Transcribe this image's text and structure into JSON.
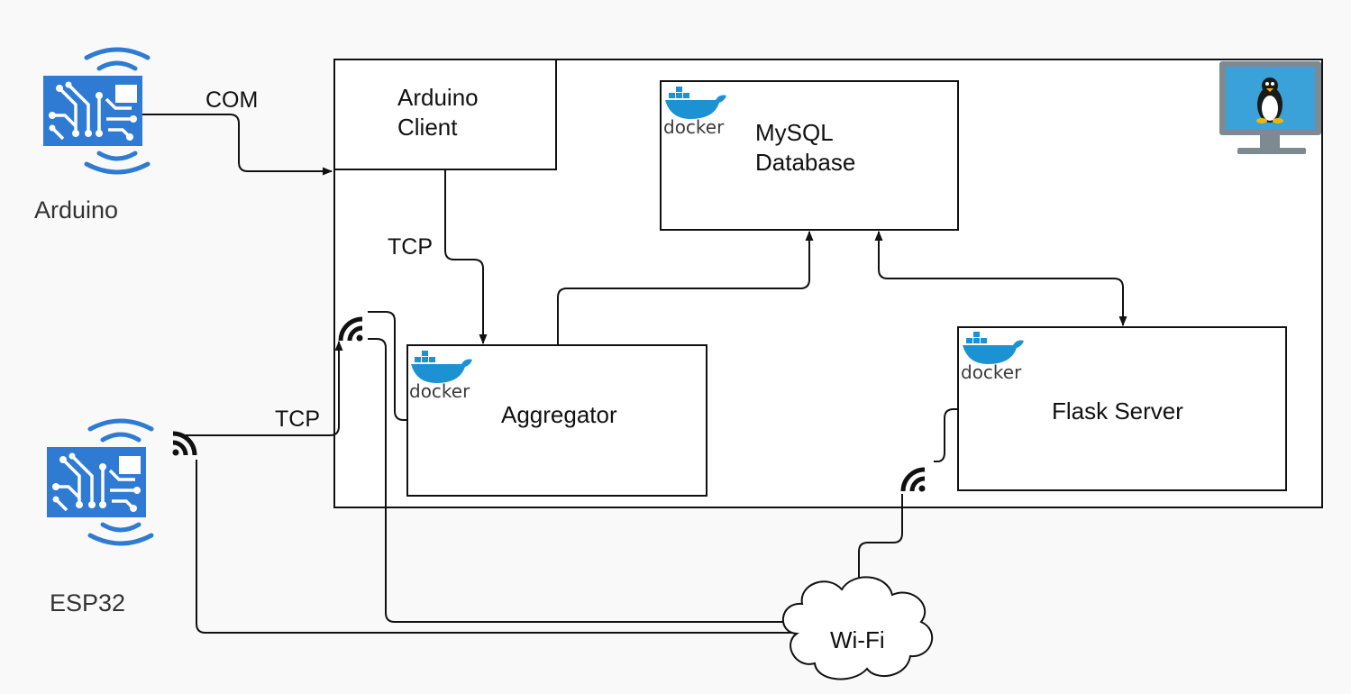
{
  "devices": {
    "arduino": {
      "label": "Arduino",
      "icon": "chip-wireless-icon"
    },
    "esp32": {
      "label": "ESP32",
      "icon": "chip-wireless-icon"
    }
  },
  "host": {
    "icon": "linux-monitor-icon"
  },
  "components": {
    "arduino_client": {
      "label": "Arduino\nClient"
    },
    "mysql": {
      "label": "MySQL\nDatabase",
      "badge": "docker"
    },
    "aggregator": {
      "label": "Aggregator",
      "badge": "docker"
    },
    "flask": {
      "label": "Flask Server",
      "badge": "docker"
    }
  },
  "network": {
    "cloud_label": "Wi-Fi"
  },
  "connections": {
    "arduino_com": "COM",
    "client_tcp": "TCP",
    "esp32_tcp": "TCP"
  },
  "colors": {
    "chip_blue": "#2f7bd4",
    "docker_blue": "#1d92d2",
    "docker_text": "#3b3b3b",
    "linux_screen": "#3aa1d9",
    "monitor_gray": "#7d8a92"
  }
}
